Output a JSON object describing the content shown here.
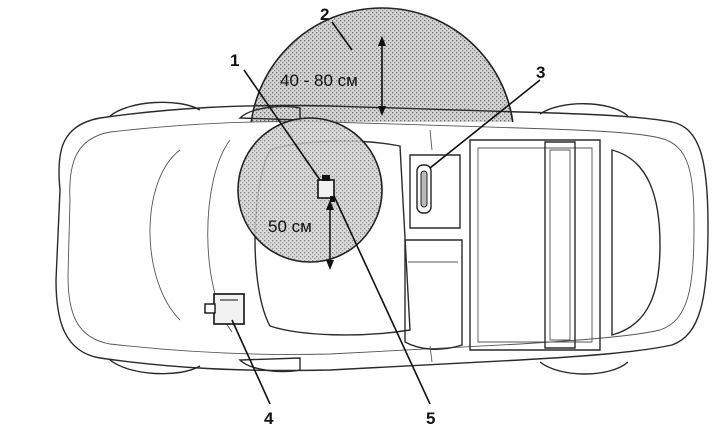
{
  "colors": {
    "zone_fill": "#c8c8c8",
    "line": "#2a2a2a",
    "text": "#111111",
    "background": "#ffffff"
  },
  "dimensions": {
    "upper_zone": "40 - 80 см",
    "lower_zone": "50 см"
  },
  "callouts": [
    "1",
    "2",
    "3",
    "4",
    "5"
  ]
}
